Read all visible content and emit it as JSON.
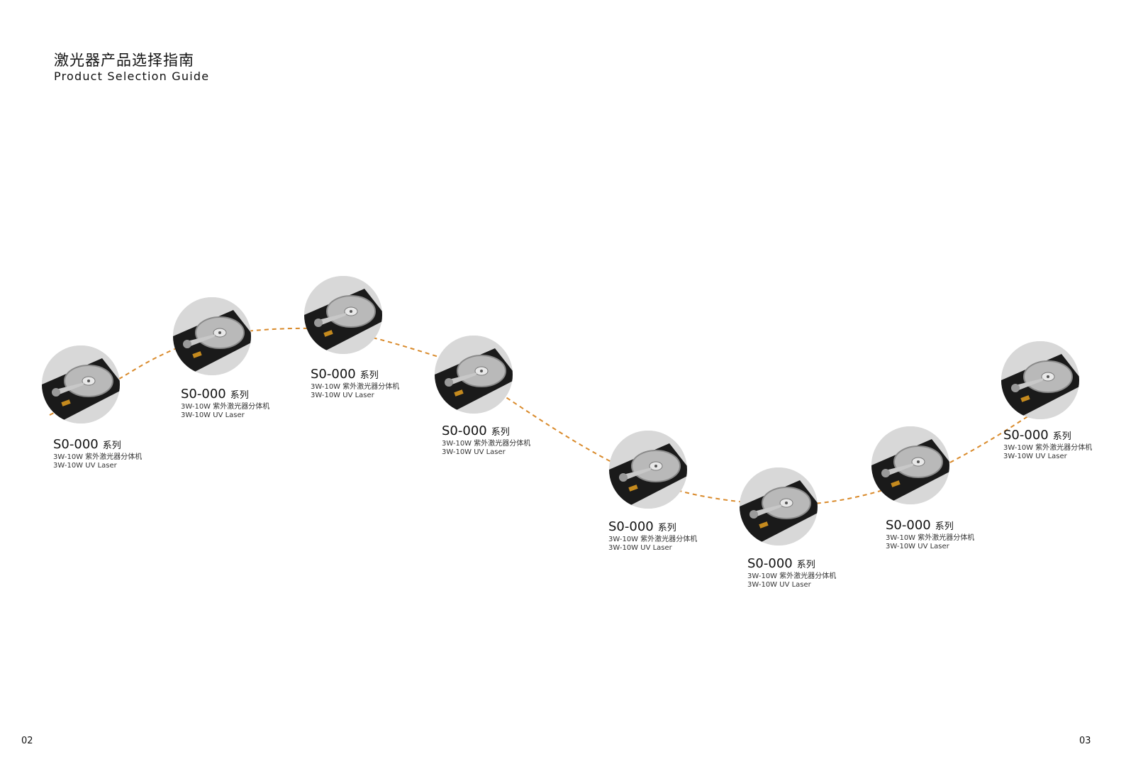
{
  "header": {
    "title_cn": "激光器产品选择指南",
    "title_en": "Product Selection Guide"
  },
  "products": [
    {
      "model": "S0-000",
      "suffix": "系列",
      "desc_cn": "3W-10W 紫外激光器分体机",
      "desc_en": "3W-10W UV Laser"
    },
    {
      "model": "S0-000",
      "suffix": "系列",
      "desc_cn": "3W-10W 紫外激光器分体机",
      "desc_en": "3W-10W UV Laser"
    },
    {
      "model": "S0-000",
      "suffix": "系列",
      "desc_cn": "3W-10W 紫外激光器分体机",
      "desc_en": "3W-10W UV Laser"
    },
    {
      "model": "S0-000",
      "suffix": "系列",
      "desc_cn": "3W-10W 紫外激光器分体机",
      "desc_en": "3W-10W UV Laser"
    },
    {
      "model": "S0-000",
      "suffix": "系列",
      "desc_cn": "3W-10W 紫外激光器分体机",
      "desc_en": "3W-10W UV Laser"
    },
    {
      "model": "S0-000",
      "suffix": "系列",
      "desc_cn": "3W-10W 紫外激光器分体机",
      "desc_en": "3W-10W UV Laser"
    },
    {
      "model": "S0-000",
      "suffix": "系列",
      "desc_cn": "3W-10W 紫外激光器分体机",
      "desc_en": "3W-10W UV Laser"
    },
    {
      "model": "S0-000",
      "suffix": "系列",
      "desc_cn": "3W-10W 紫外激光器分体机",
      "desc_en": "3W-10W UV Laser"
    }
  ],
  "page_left": "02",
  "page_right": "03",
  "colors": {
    "path": "#d98a2b",
    "text": "#111111"
  },
  "icons": {
    "product_image": "hard-drive-photo"
  }
}
